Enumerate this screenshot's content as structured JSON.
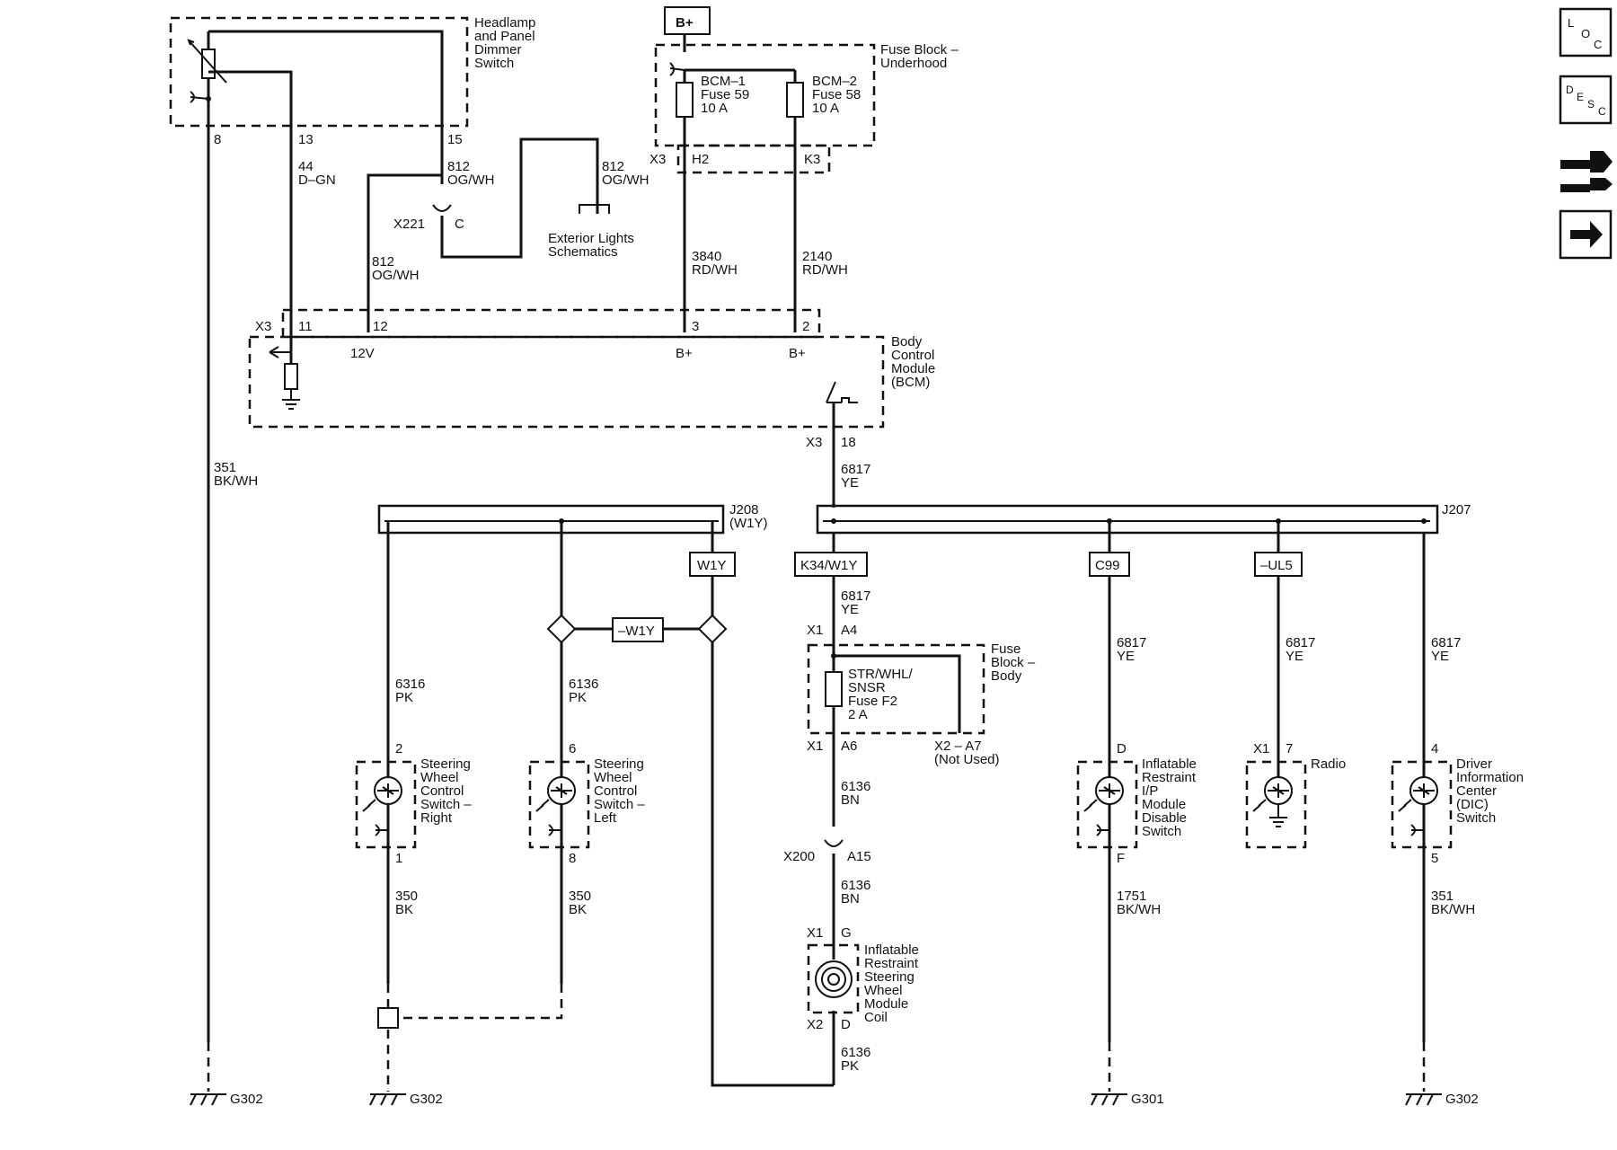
{
  "power_label": "B+",
  "components": {
    "dimmer_switch": "Headlamp\nand Panel\nDimmer\nSwitch",
    "fuse_block_underhood": "Fuse Block –\nUnderhood",
    "bcm1_fuse": "BCM–1\nFuse 59\n10 A",
    "bcm2_fuse": "BCM–2\nFuse 58\n10 A",
    "exterior_lights": "Exterior Lights\nSchematics",
    "bcm": "Body\nControl\nModule\n(BCM)",
    "fuse_block_body": "Fuse\nBlock –\nBody",
    "str_whl_fuse": "STR/WHL/\nSNSR\nFuse F2\n2 A",
    "not_used": "X2 – A7\n(Not Used)",
    "coil": "Inflatable\nRestraint\nSteering\nWheel\nModule\nCoil",
    "swc_right": "Steering\nWheel\nControl\nSwitch –\nRight",
    "swc_left": "Steering\nWheel\nControl\nSwitch –\nLeft",
    "ip_disable": "Inflatable\nRestraint\nI/P\nModule\nDisable\nSwitch",
    "radio": "Radio",
    "dic_switch": "Driver\nInformation\nCenter\n(DIC)\nSwitch"
  },
  "splices": {
    "j208": "J208\n(W1Y)",
    "j207": "J207"
  },
  "options": [
    "W1Y",
    "K34/W1Y",
    "C99",
    "–UL5",
    "–W1Y"
  ],
  "wires": [
    "44\nD–GN",
    "812\nOG/WH",
    "812\nOG/WH",
    "812\nOG/WH",
    "3840\nRD/WH",
    "2140\nRD/WH",
    "351\nBK/WH",
    "6817\nYE",
    "6817\nYE",
    "6136\nBN",
    "6136\nBN",
    "6136\nPK",
    "6316\nPK",
    "6136\nPK",
    "350\nBK",
    "350\nBK",
    "6817\nYE",
    "1751\nBK/WH",
    "6817\nYE",
    "6817\nYE",
    "351\nBK/WH"
  ],
  "pins": {
    "dimmer": [
      "8",
      "13",
      "15"
    ],
    "x3_h2": "H2",
    "x3_k3": "K3",
    "bcm_in": [
      "11",
      "12",
      "3",
      "2"
    ],
    "bcm_sub": [
      "12V",
      "B+",
      "B+"
    ],
    "bcm_out": "18",
    "x221": "X221",
    "x221_pin": "C",
    "x3": "X3",
    "x1": "X1",
    "x2": "X2",
    "x200": "X200",
    "a4": "A4",
    "a6": "A6",
    "a15": "A15",
    "g": "G",
    "d": "D",
    "swc_r": [
      "2",
      "1"
    ],
    "swc_l": [
      "6",
      "8"
    ],
    "ip": [
      "D",
      "F"
    ],
    "radio": "7",
    "dic": [
      "4",
      "5"
    ]
  },
  "grounds": [
    "G302",
    "G302",
    "G301",
    "G302"
  ],
  "nav_icons": [
    "loc-icon",
    "desc-icon",
    "connector-icon",
    "next-arrow-icon"
  ],
  "nav_text": {
    "loc": [
      "L",
      "O",
      "C"
    ],
    "desc": [
      "D",
      "E",
      "S",
      "C"
    ]
  }
}
